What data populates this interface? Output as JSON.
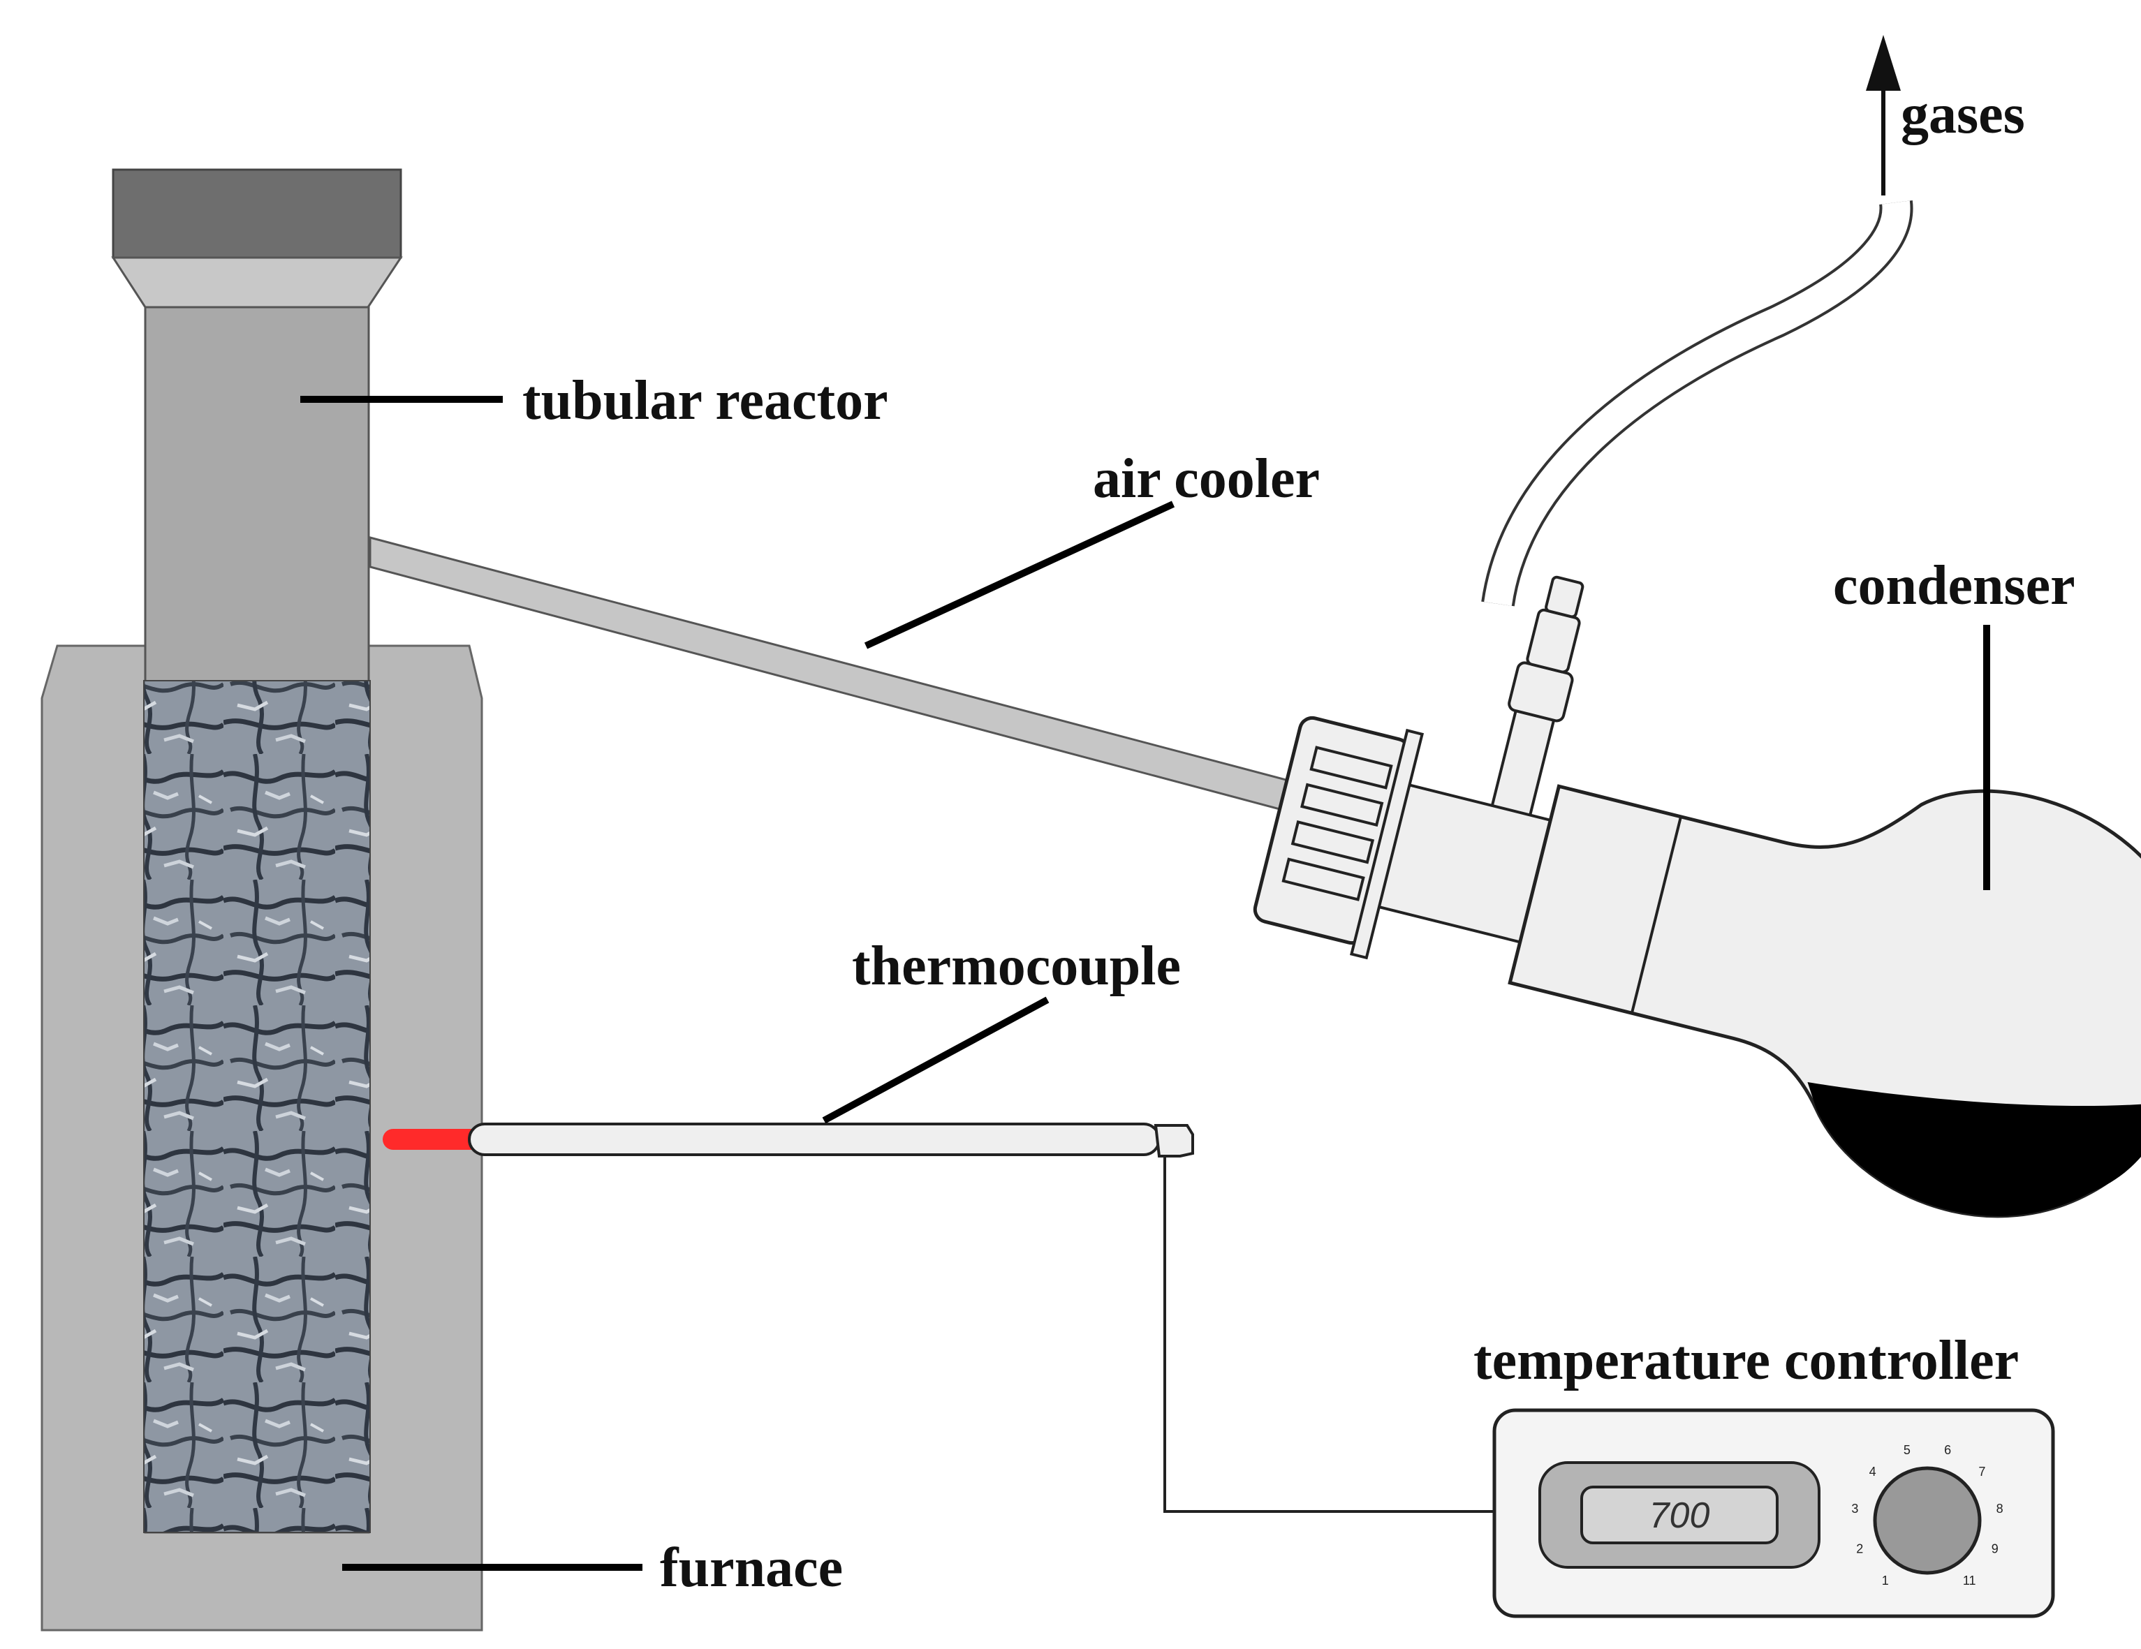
{
  "labels": {
    "tubular_reactor": "tubular reactor",
    "air_cooler": "air cooler",
    "condenser": "condenser",
    "gases": "gases",
    "thermocouple": "thermocouple",
    "temperature_controller": "temperature controller",
    "furnace": "furnace"
  },
  "controller": {
    "display_value": "700",
    "dial_numbers": [
      "1",
      "2",
      "3",
      "4",
      "5",
      "6",
      "7",
      "8",
      "9",
      "11"
    ]
  },
  "colors": {
    "reactor_gray": "#a9a9a9",
    "cap_gray": "#6e6e6e",
    "furnace_gray": "#b8b8b8",
    "thermocouple_tip": "#ff2a2a",
    "liquid": "#000000",
    "glass": "#efefef"
  }
}
